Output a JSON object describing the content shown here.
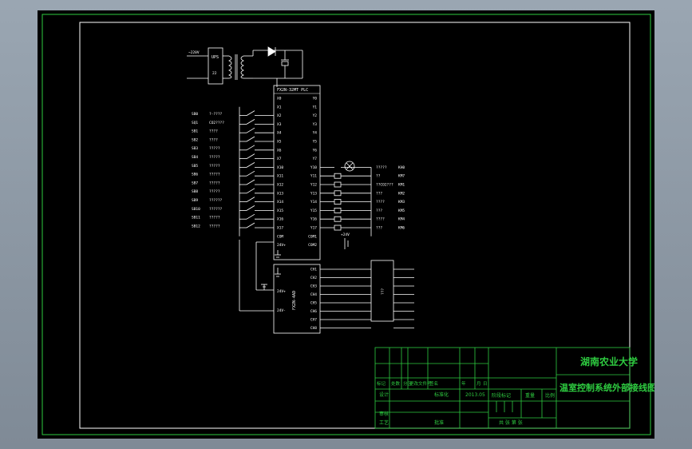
{
  "colors": {
    "background": "#000000",
    "frame_outer": "#2ecc40",
    "frame_inner": "#ffffff",
    "wiring": "#ffffff",
    "title_block": "#2ecc40",
    "title_block_text": "#2ecc40"
  },
  "power": {
    "supply_label": "~220V",
    "ups_label": "UPS",
    "ups_sub": "22"
  },
  "plc": {
    "title": "FX2N-32MT PLC",
    "inputs": [
      "X0",
      "X1",
      "X2",
      "X3",
      "X4",
      "X5",
      "X6",
      "X7",
      "X10",
      "X11",
      "X12",
      "X13",
      "X14",
      "X15",
      "X16",
      "X17",
      "COM",
      "24V+"
    ],
    "outputs": [
      "Y0",
      "Y1",
      "Y2",
      "Y3",
      "Y4",
      "Y5",
      "Y6",
      "Y7",
      "Y10",
      "Y11",
      "Y12",
      "Y13",
      "Y14",
      "Y15",
      "Y16",
      "Y17",
      "COM1",
      "COM2"
    ],
    "supply_label": "+24V"
  },
  "input_devices": [
    {
      "tag": "SB0",
      "desc": "?-????"
    },
    {
      "tag": "SQ1",
      "desc": "CO2????"
    },
    {
      "tag": "SB1",
      "desc": "????"
    },
    {
      "tag": "SB2",
      "desc": "????"
    },
    {
      "tag": "SB3",
      "desc": "?????"
    },
    {
      "tag": "SB4",
      "desc": "?????"
    },
    {
      "tag": "SB5",
      "desc": "?????"
    },
    {
      "tag": "SB6",
      "desc": "?????"
    },
    {
      "tag": "SB7",
      "desc": "?????"
    },
    {
      "tag": "SB8",
      "desc": "?????"
    },
    {
      "tag": "SB9",
      "desc": "??????"
    },
    {
      "tag": "SB10",
      "desc": "??????"
    },
    {
      "tag": "SB11",
      "desc": "?????"
    },
    {
      "tag": "SB12",
      "desc": "?????"
    }
  ],
  "output_devices": [
    {
      "desc": "?????",
      "tag": "KH0"
    },
    {
      "desc": "??",
      "tag": "KM7"
    },
    {
      "desc": "??CO2???",
      "tag": "KM1"
    },
    {
      "desc": "???",
      "tag": "KM2"
    },
    {
      "desc": "????",
      "tag": "KM3"
    },
    {
      "desc": "???",
      "tag": "KM5"
    },
    {
      "desc": "????",
      "tag": "KM4"
    },
    {
      "desc": "???",
      "tag": "KM6"
    }
  ],
  "ad_module": {
    "title": "FX2N-4AD",
    "supply_label": "24V+",
    "supply_label2": "24V-",
    "channels": [
      "CH1",
      "CH2",
      "CH3",
      "CH4",
      "CH5",
      "CH6",
      "CH7",
      "CH8"
    ],
    "sensor_label": "???"
  },
  "title_block": {
    "school": "湖南农业大学",
    "drawing_title": "温室控制系统外部接线图",
    "headers": [
      "标记",
      "处数",
      "分区",
      "更改文件号",
      "签名",
      "年",
      "月",
      "日"
    ],
    "designer_label": "设计",
    "standardize_label": "标准化",
    "date": "2013.05",
    "stage_label": "阶段标记",
    "weight_label": "重量",
    "scale_label": "比例",
    "review_label": "审核",
    "process_label": "工艺",
    "approve_label": "批准",
    "sheets_label": "共 张 第 张"
  }
}
